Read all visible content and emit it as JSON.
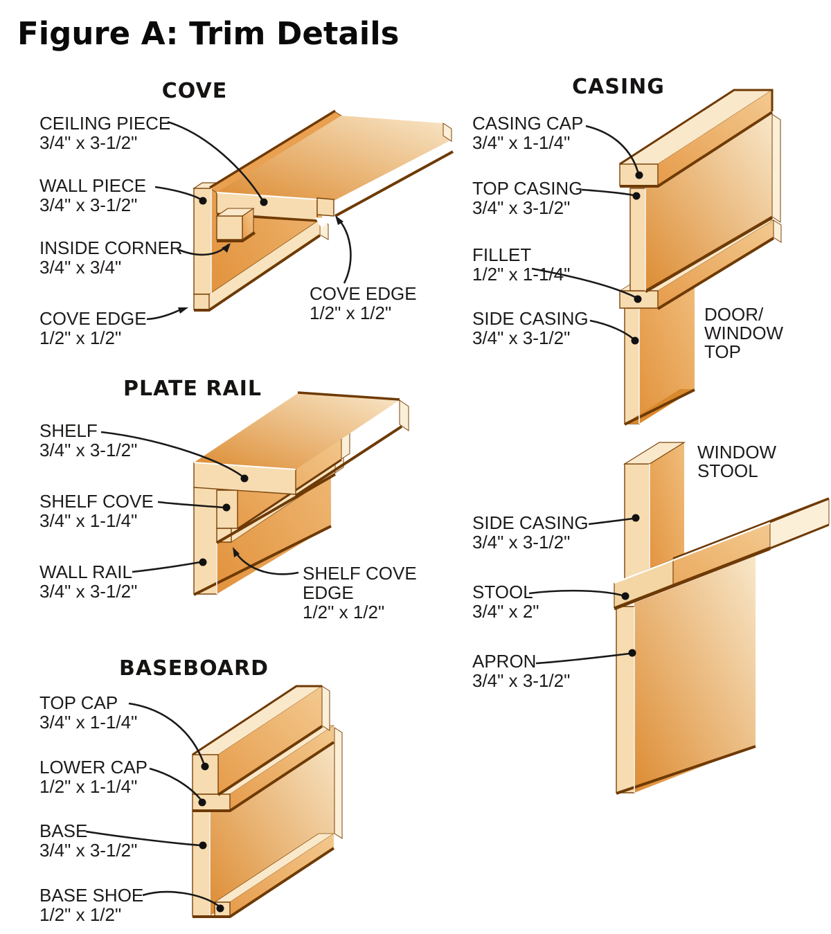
{
  "title": "Figure A: Trim Details",
  "colors": {
    "wood_cream": "#F6DCB0",
    "wood_light": "#FAE8CA",
    "wood_orange_dark": "#DD8C33",
    "wood_orange_light": "#F7E3C2",
    "outline_brown": "#7A430B",
    "shadow_brown": "#6E3A05",
    "leader_black": "#191919",
    "text_color": "#1D1B1A"
  },
  "cove": {
    "header": "COVE",
    "ceiling_piece": {
      "name": "CEILING PIECE",
      "dim": "3/4\" x 3-1/2\""
    },
    "wall_piece": {
      "name": "WALL PIECE",
      "dim": "3/4\" x 3-1/2\""
    },
    "inside_corner": {
      "name": "INSIDE CORNER",
      "dim": "3/4\" x 3/4\""
    },
    "cove_edge_left": {
      "name": "COVE EDGE",
      "dim": "1/2\" x 1/2\""
    },
    "cove_edge_right": {
      "name": "COVE EDGE",
      "dim": "1/2\" x 1/2\""
    }
  },
  "casing": {
    "header": "CASING",
    "casing_cap": {
      "name": "CASING CAP",
      "dim": "3/4\" x 1-1/4\""
    },
    "top_casing": {
      "name": "TOP CASING",
      "dim": "3/4\" x 3-1/2\""
    },
    "fillet": {
      "name": "FILLET",
      "dim": "1/2\" x 1-1/4\""
    },
    "side_casing": {
      "name": "SIDE CASING",
      "dim": "3/4\" x 3-1/2\""
    },
    "door_window_top": {
      "line1": "DOOR/",
      "line2": "WINDOW",
      "line3": "TOP"
    }
  },
  "plate_rail": {
    "header": "PLATE RAIL",
    "shelf": {
      "name": "SHELF",
      "dim": "3/4\" x 3-1/2\""
    },
    "shelf_cove": {
      "name": "SHELF COVE",
      "dim": "3/4\" x 1-1/4\""
    },
    "wall_rail": {
      "name": "WALL RAIL",
      "dim": "3/4\" x 3-1/2\""
    },
    "shelf_cove_edge": {
      "line1": "SHELF COVE",
      "line2": "EDGE",
      "dim": "1/2\" x 1/2\""
    }
  },
  "window_stool": {
    "caption": {
      "line1": "WINDOW",
      "line2": "STOOL"
    },
    "side_casing": {
      "name": "SIDE CASING",
      "dim": "3/4\" x 3-1/2\""
    },
    "stool": {
      "name": "STOOL",
      "dim": "3/4\" x 2\""
    },
    "apron": {
      "name": "APRON",
      "dim": "3/4\" x 3-1/2\""
    }
  },
  "baseboard": {
    "header": "BASEBOARD",
    "top_cap": {
      "name": "TOP CAP",
      "dim": "3/4\" x 1-1/4\""
    },
    "lower_cap": {
      "name": "LOWER CAP",
      "dim": "1/2\" x 1-1/4\""
    },
    "base": {
      "name": "BASE",
      "dim": "3/4\" x 3-1/2\""
    },
    "base_shoe": {
      "name": "BASE SHOE",
      "dim": "1/2\" x 1/2\""
    }
  }
}
